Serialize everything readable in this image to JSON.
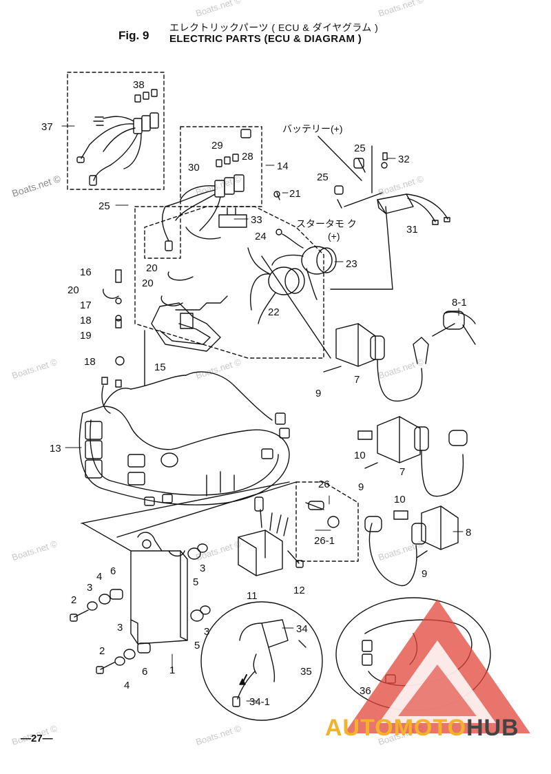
{
  "header": {
    "fig_label": "Fig. 9",
    "title_jp": "エレクトリックパーツ ( ECU & ダイヤグラム )",
    "title_en": "ELECTRIC PARTS (ECU & DIAGRAM )"
  },
  "callouts": {
    "c1": "1",
    "c2a": "2",
    "c2b": "2",
    "c3a": "3",
    "c3b": "3",
    "c3c": "3",
    "c3d": "3",
    "c4a": "4",
    "c4b": "4",
    "c5a": "5",
    "c5b": "5",
    "c6a": "6",
    "c6b": "6",
    "c7a": "7",
    "c7b": "7",
    "c8": "8",
    "c8_1": "8-1",
    "c9a": "9",
    "c9b": "9",
    "c9c": "9",
    "c10a": "10",
    "c10b": "10",
    "c11": "11",
    "c12": "12",
    "c13": "13",
    "c14": "14",
    "c15": "15",
    "c16": "16",
    "c17": "17",
    "c18a": "18",
    "c18b": "18",
    "c19": "19",
    "c20a": "20",
    "c20b": "20",
    "c20c": "20",
    "c21": "21",
    "c22": "22",
    "c23": "23",
    "c24": "24",
    "c25a": "25",
    "c25b": "25",
    "c25c": "25",
    "c26": "26",
    "c26_1": "26-1",
    "c28": "28",
    "c29": "29",
    "c30": "30",
    "c31": "31",
    "c32": "32",
    "c33": "33",
    "c34": "34",
    "c34_1": "34-1",
    "c35": "35",
    "c36": "36",
    "c37": "37",
    "c38": "38"
  },
  "annotations": {
    "battery": "バッテリー(+)",
    "starter": "スタータモ ク",
    "starter_plus": "(+)"
  },
  "watermark": "Boats.net ©",
  "page_number": "—27—",
  "logo": {
    "text_a": "AUTOMOTO",
    "text_b": "HUB",
    "colors": {
      "red": "#e0453a",
      "yellow": "#f2b32a",
      "gray": "#444444"
    }
  }
}
